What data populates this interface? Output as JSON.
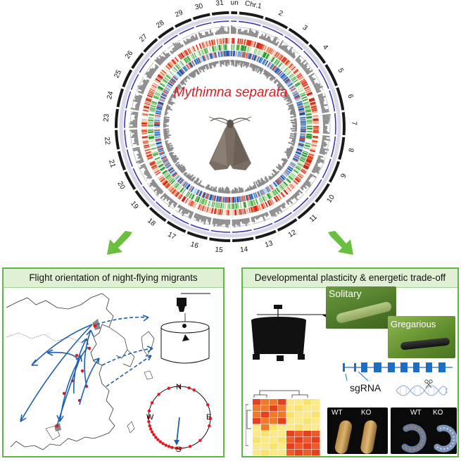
{
  "species_name": "Mythimna separata",
  "chromosomes": [
    "Chr.1",
    "2",
    "3",
    "4",
    "5",
    "6",
    "7",
    "8",
    "9",
    "10",
    "11",
    "12",
    "13",
    "14",
    "15",
    "16",
    "17",
    "18",
    "19",
    "20",
    "21",
    "22",
    "23",
    "24",
    "25",
    "26",
    "27",
    "28",
    "29",
    "30",
    "31",
    "un"
  ],
  "panels": {
    "left": {
      "title": "Flight orientation of night-flying migrants",
      "compass": {
        "north": "N",
        "east": "E",
        "south": "S",
        "west": "W"
      }
    },
    "right": {
      "title": "Developmental plasticity & energetic trade-off",
      "solitary_label": "Solitary",
      "gregarious_label": "Gregarious",
      "sgrna_label": "sgRNA",
      "wt_label_1": "WT",
      "ko_label_1": "KO",
      "wt_label_2": "WT",
      "ko_label_2": "KO"
    }
  },
  "colors": {
    "accent_green": "#5fb64a",
    "panel_header": "#dff0d4",
    "species_red": "#e8161c",
    "migration_blue": "#1f5fb0",
    "gene_blue": "#1a6ec8",
    "karyotype_purple": "#3b3aa8"
  },
  "icons": [
    "green-arrow-icon",
    "moth-image",
    "flight-simulator-icon",
    "compass-rose-icon",
    "scissors-icon",
    "dna-helix-icon",
    "heatmap-icon",
    "larvae-photo"
  ]
}
